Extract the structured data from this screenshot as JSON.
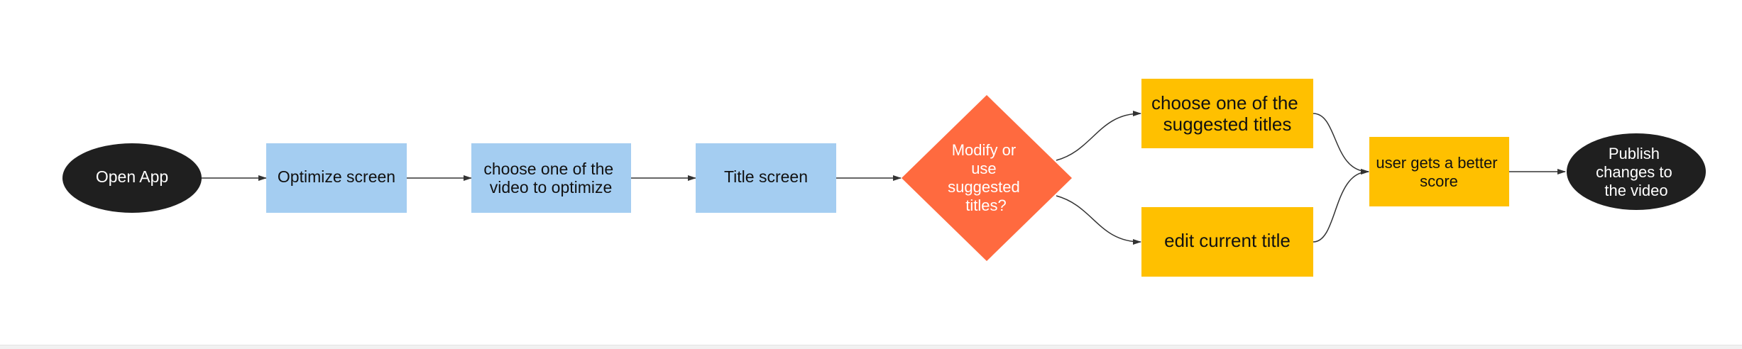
{
  "colors": {
    "background": "#ffffff",
    "terminal_fill": "#1f1f1f",
    "terminal_text": "#ffffff",
    "process_fill": "#a4cdf1",
    "process_text": "#111111",
    "decision_fill": "#ff6a3f",
    "decision_text": "#ffffff",
    "outcome_fill": "#ffc000",
    "outcome_text": "#111111",
    "edge": "#333333"
  },
  "nodes": {
    "open_app": {
      "shape": "ellipse",
      "lines": [
        "Open App"
      ]
    },
    "optimize_screen": {
      "shape": "rectangle",
      "lines": [
        "Optimize screen"
      ]
    },
    "choose_video": {
      "shape": "rectangle",
      "lines": [
        "choose one of the",
        "video to optimize"
      ]
    },
    "title_screen": {
      "shape": "rectangle",
      "lines": [
        "Title screen"
      ]
    },
    "modify_decision": {
      "shape": "diamond",
      "lines": [
        "Modify or",
        "use",
        "suggested",
        "titles?"
      ]
    },
    "choose_suggested": {
      "shape": "rectangle",
      "lines": [
        "choose one of the",
        "suggested titles"
      ]
    },
    "edit_title": {
      "shape": "rectangle",
      "lines": [
        "edit current title"
      ]
    },
    "better_score": {
      "shape": "rectangle",
      "lines": [
        "user gets a better",
        "score"
      ]
    },
    "publish": {
      "shape": "ellipse",
      "lines": [
        "Publish",
        "changes to",
        "the video"
      ]
    }
  },
  "edges": [
    {
      "from": "open_app",
      "to": "optimize_screen"
    },
    {
      "from": "optimize_screen",
      "to": "choose_video"
    },
    {
      "from": "choose_video",
      "to": "title_screen"
    },
    {
      "from": "title_screen",
      "to": "modify_decision"
    },
    {
      "from": "modify_decision",
      "to": "choose_suggested"
    },
    {
      "from": "modify_decision",
      "to": "edit_title"
    },
    {
      "from": "choose_suggested",
      "to": "better_score"
    },
    {
      "from": "edit_title",
      "to": "better_score"
    },
    {
      "from": "better_score",
      "to": "publish"
    }
  ]
}
